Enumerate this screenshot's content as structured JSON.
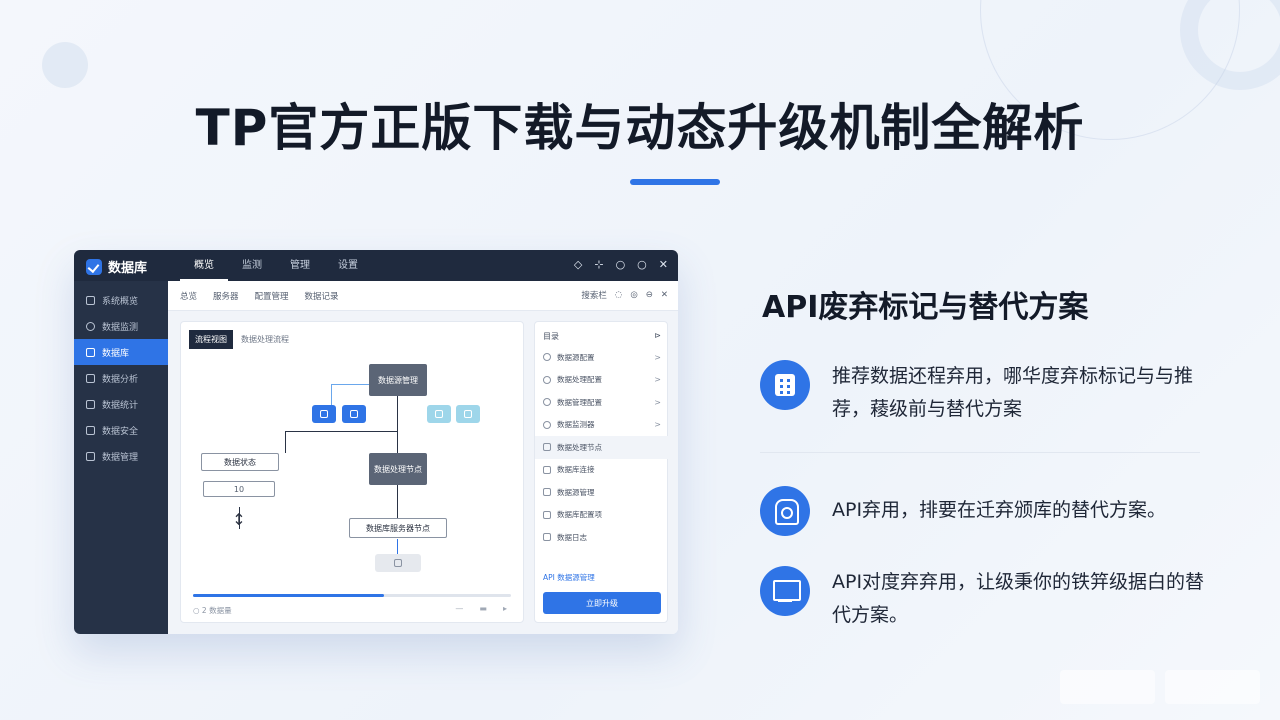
{
  "page": {
    "title": "TP官方正版下载与动态升级机制全解析"
  },
  "app": {
    "logo_text": "数据库",
    "top_tabs": [
      "概览",
      "监测",
      "管理",
      "设置"
    ],
    "top_icons": [
      "◇",
      "⊹",
      "○",
      "○",
      "✕"
    ],
    "sidebar": [
      "系统概览",
      "数据监测",
      "数据库",
      "数据分析",
      "数据统计",
      "数据安全",
      "数据管理"
    ],
    "sub_tabs": [
      "总览",
      "服务器",
      "配置管理",
      "数据记录"
    ],
    "sub_right": [
      "搜索栏",
      "◌",
      "◎",
      "⊖",
      "✕"
    ],
    "panel": {
      "tab_active": "流程视图",
      "tab": "数据处理流程",
      "nodes": {
        "top": "数据源管理",
        "middle": "数据处理节点",
        "bottom": "数据库服务器节点",
        "left": "数据状态",
        "left_value": "10"
      },
      "progress": 0.6,
      "footer_left": "○ 2 数据量",
      "footer_right": [
        "—",
        "▬",
        "▸"
      ]
    },
    "list": {
      "header": "目录",
      "header_icon": "⊳",
      "items": [
        {
          "label": "数据源配置",
          "arrow": ">"
        },
        {
          "label": "数据处理配置",
          "arrow": ">"
        },
        {
          "label": "数据管理配置",
          "arrow": ">"
        },
        {
          "label": "数据监测器",
          "arrow": ">"
        },
        {
          "label": "数据处理节点",
          "arrow": ""
        },
        {
          "label": "数据库连接",
          "arrow": ""
        },
        {
          "label": "数据源管理",
          "arrow": ""
        },
        {
          "label": "数据库配置项",
          "arrow": ""
        },
        {
          "label": "数据日志",
          "arrow": ""
        }
      ],
      "link": "API 数据源管理",
      "button": "立即升级"
    }
  },
  "section": {
    "title": "API废弃标记与替代方案",
    "features": [
      {
        "icon": "grid-icon",
        "text": "推荐数据还程弃用，哪华度弃标标记与与推荐，薐级前与替代方案"
      },
      {
        "icon": "house-icon",
        "text": "API弃用，排要在迁弃颁库的替代方案。"
      },
      {
        "icon": "monitor-icon",
        "text": "API对度弃弃用，让级秉你的铁笄级据白的替代方案。"
      }
    ]
  },
  "colors": {
    "accent": "#2f74e6",
    "dark_nav": "#1f2a3e",
    "sidebar": "#263247"
  }
}
